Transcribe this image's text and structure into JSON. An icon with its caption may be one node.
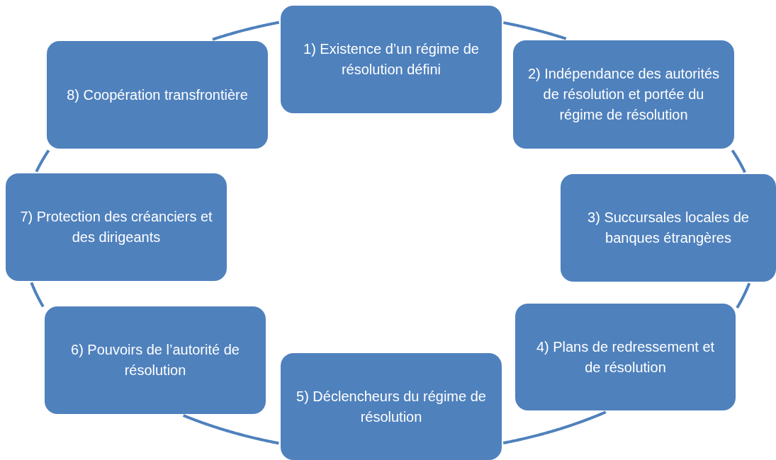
{
  "diagram": {
    "nodes": [
      {
        "text": [
          "1) Existence d’un régime de résolution défini"
        ]
      },
      {
        "text": [
          "2) Indépendance des autorités de résolution et portée du régime de résolution"
        ]
      },
      {
        "text": [
          "3) Succursales locales de banques étrangères"
        ]
      },
      {
        "text": [
          "4) Plans de redressement et de résolution"
        ]
      },
      {
        "text": [
          "5) Déclencheurs du régime de résolution"
        ]
      },
      {
        "text": [
          "6) Pouvoirs de l’autorité de résolution"
        ]
      },
      {
        "text": [
          "7) Protection des créanciers et des dirigeants"
        ]
      },
      {
        "text": [
          "8) Coopération transfrontière"
        ]
      }
    ],
    "edges": [
      {
        "from": 0,
        "to": 1,
        "arrow": "none"
      },
      {
        "from": 1,
        "to": 2,
        "arrow": "none"
      },
      {
        "from": 2,
        "to": 3,
        "arrow": "none"
      },
      {
        "from": 3,
        "to": 4,
        "arrow": "none"
      },
      {
        "from": 4,
        "to": 5,
        "arrow": "none"
      },
      {
        "from": 5,
        "to": 6,
        "arrow": "none"
      },
      {
        "from": 6,
        "to": 7,
        "arrow": "none"
      },
      {
        "from": 7,
        "to": 0,
        "arrow": "none"
      }
    ]
  }
}
